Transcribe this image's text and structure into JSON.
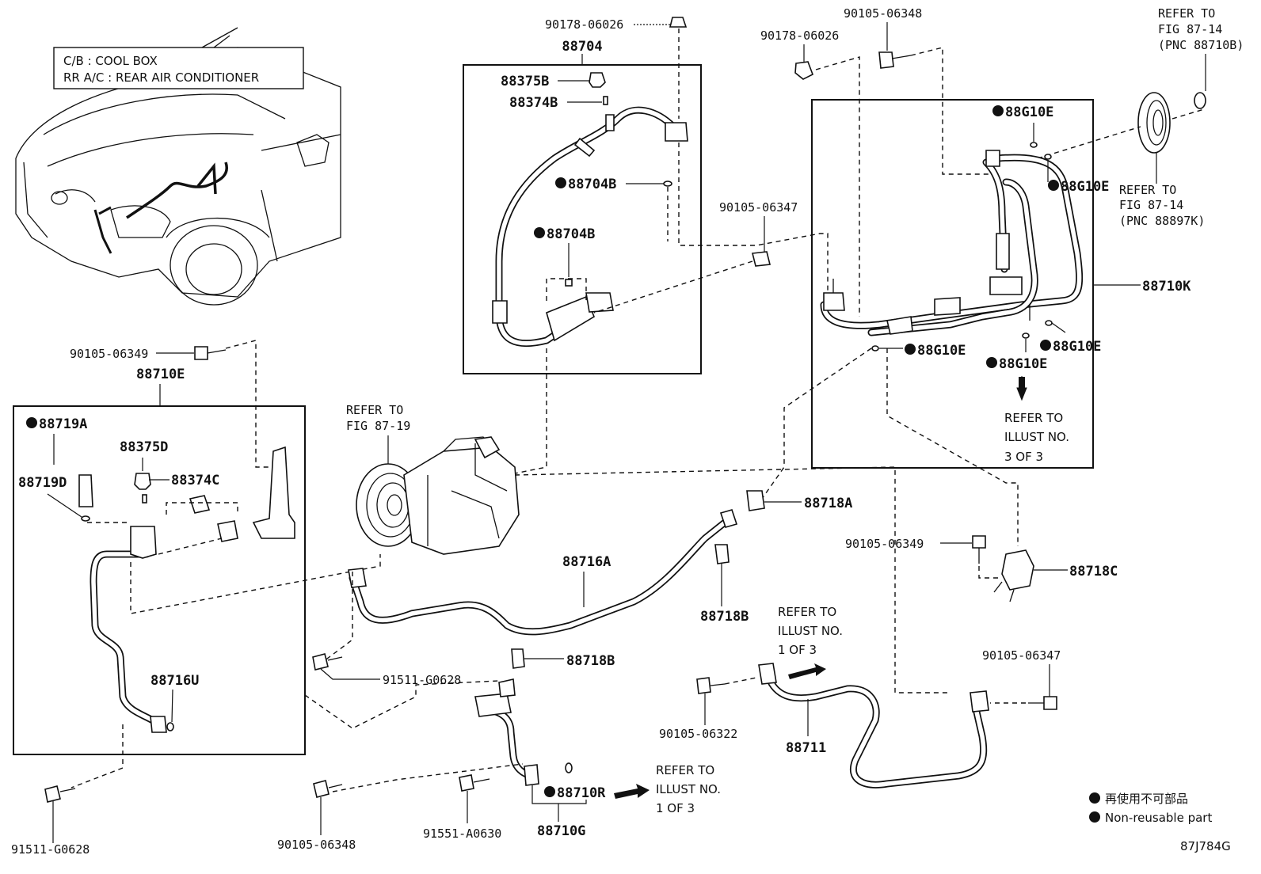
{
  "legend_box": {
    "line1": "C/B  :  COOL BOX",
    "line2": "RR A/C  :  REAR AIR CONDITIONER"
  },
  "labels": {
    "p88704": "88704",
    "p90178_top": "90178-06026",
    "p88375B": "88375B",
    "p88374B": "88374B",
    "p88704B_a": "88704B",
    "p88704B_b": "88704B",
    "p90178_right": "90178-06026",
    "p90105_06348_top": "90105-06348",
    "refer_8714_a_1": "REFER TO",
    "refer_8714_a_2": "FIG 87-14",
    "refer_8714_a_3": "(PNC 88710B)",
    "refer_8714_b_1": "REFER TO",
    "refer_8714_b_2": "FIG 87-14",
    "refer_8714_b_3": "(PNC 88897K)",
    "p88G10E_1": "88G10E",
    "p88G10E_2": "88G10E",
    "p88G10E_3": "88G10E",
    "p88G10E_4": "88G10E",
    "p88G10E_5": "88G10E",
    "p88710K": "88710K",
    "p90105_06347_mid": "90105-06347",
    "refer_ill3_1": "REFER TO",
    "refer_ill3_2": "ILLUST NO.",
    "refer_ill3_3": "3 OF 3",
    "p90105_06349_left": "90105-06349",
    "p88710E": "88710E",
    "p88719A": "88719A",
    "p88375D": "88375D",
    "p88719D": "88719D",
    "p88374C": "88374C",
    "p88716U": "88716U",
    "refer_8719_1": "REFER TO",
    "refer_8719_2": "FIG 87-19",
    "p88718A": "88718A",
    "p90105_06349_right": "90105-06349",
    "p88718C": "88718C",
    "p88716A": "88716A",
    "p88718B_1": "88718B",
    "p88718B_2": "88718B",
    "refer_ill1a_1": "REFER TO",
    "refer_ill1a_2": "ILLUST NO.",
    "refer_ill1a_3": "1 OF 3",
    "p90105_06347_right": "90105-06347",
    "p91511_G0628_mid": "91511-G0628",
    "p90105_06322": "90105-06322",
    "p88711": "88711",
    "p88710R": "88710R",
    "refer_ill1b_1": "REFER TO",
    "refer_ill1b_2": "ILLUST NO.",
    "refer_ill1b_3": "1 OF 3",
    "p91511_G0628_left": "91511-G0628",
    "p90105_06348_bottom": "90105-06348",
    "p91551_A0630": "91551-A0630",
    "p88710G": "88710G"
  },
  "footer_legend": {
    "jp": "再使用不可部品",
    "en": "Non-reusable part"
  },
  "figure_code": "87J784G"
}
